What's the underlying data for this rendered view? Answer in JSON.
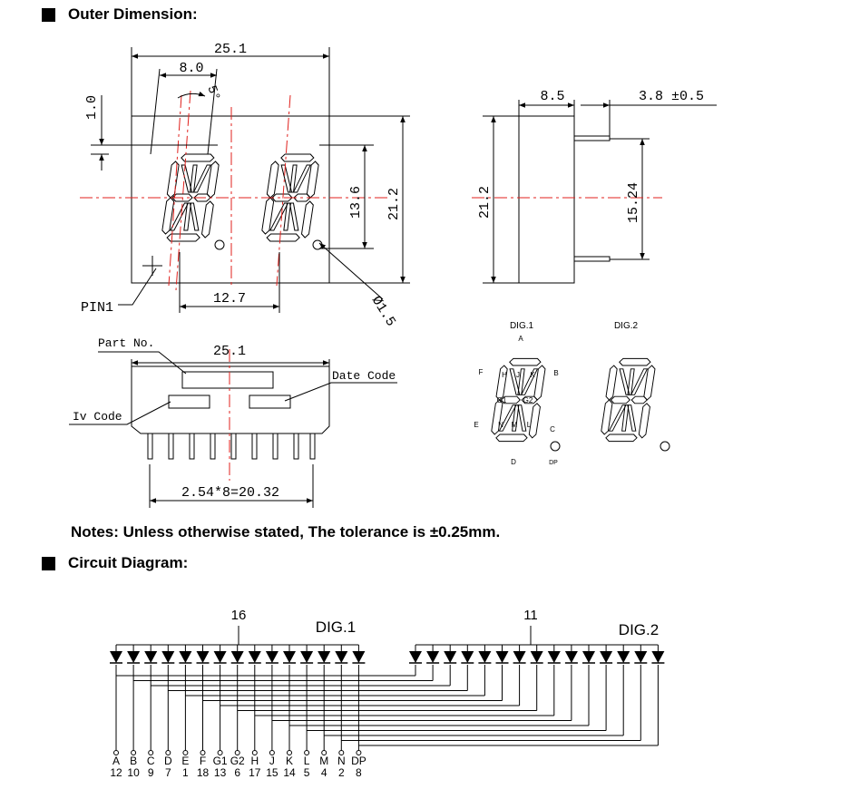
{
  "headers": {
    "outer_dimension": "Outer Dimension:",
    "circuit_diagram": "Circuit Diagram:"
  },
  "notes": "Notes: Unless otherwise stated, The tolerance is  ±0.25mm.",
  "front_view": {
    "width": "25.1",
    "digit_pitch": "8.0",
    "slant": "5°",
    "top_margin": "1.0",
    "digit_height": "13.6",
    "height": "21.2",
    "pin1_label": "PIN1",
    "digit_spacing": "12.7",
    "dp_diameter": "Ø1.5"
  },
  "side_view": {
    "depth": "8.5",
    "pin_length": "3.8 ±0.5",
    "height": "21.2",
    "row_spacing": "15.24"
  },
  "bottom_view": {
    "part_no": "Part No.",
    "width": "25.1",
    "date_code": "Date Code",
    "iv_code": "Iv Code",
    "pin_pitch": "2.54*8=20.32"
  },
  "segment_map": {
    "dig1_label": "DIG.1",
    "dig2_label": "DIG.2",
    "segments": {
      "A": "A",
      "B": "B",
      "C": "C",
      "D": "D",
      "E": "E",
      "F": "F",
      "H": "H",
      "J": "J",
      "K": "K",
      "G1": "G1",
      "G2": "G2",
      "N": "N",
      "M": "M",
      "L": "L",
      "DP": "DP"
    }
  },
  "circuit": {
    "dig1_label": "DIG.1",
    "dig2_label": "DIG.2",
    "dig1_common_pin": "16",
    "dig2_common_pin": "11",
    "segments": [
      "A",
      "B",
      "C",
      "D",
      "E",
      "F",
      "G1",
      "G2",
      "H",
      "J",
      "K",
      "L",
      "M",
      "N",
      "DP"
    ],
    "pins": [
      "12",
      "10",
      "9",
      "7",
      "1",
      "18",
      "13",
      "6",
      "17",
      "15",
      "14",
      "5",
      "4",
      "2",
      "8"
    ]
  },
  "colors": {
    "line": "#000000",
    "centerline": "#e0201c"
  }
}
